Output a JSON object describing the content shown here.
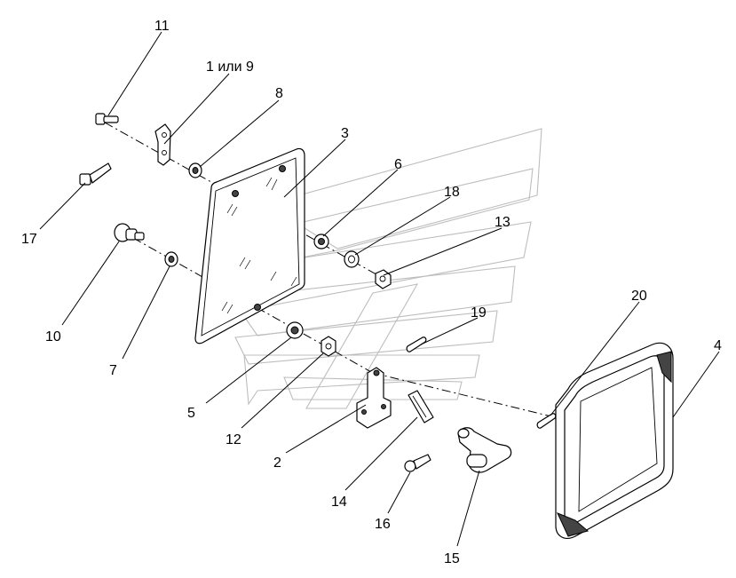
{
  "callouts": {
    "c11": "11",
    "c1or9": "1 или 9",
    "c8": "8",
    "c3": "3",
    "c6": "6",
    "c18": "18",
    "c13": "13",
    "c19": "19",
    "c20": "20",
    "c4": "4",
    "c17": "17",
    "c10": "10",
    "c7": "7",
    "c5": "5",
    "c12": "12",
    "c2": "2",
    "c14": "14",
    "c16": "16",
    "c15": "15"
  }
}
